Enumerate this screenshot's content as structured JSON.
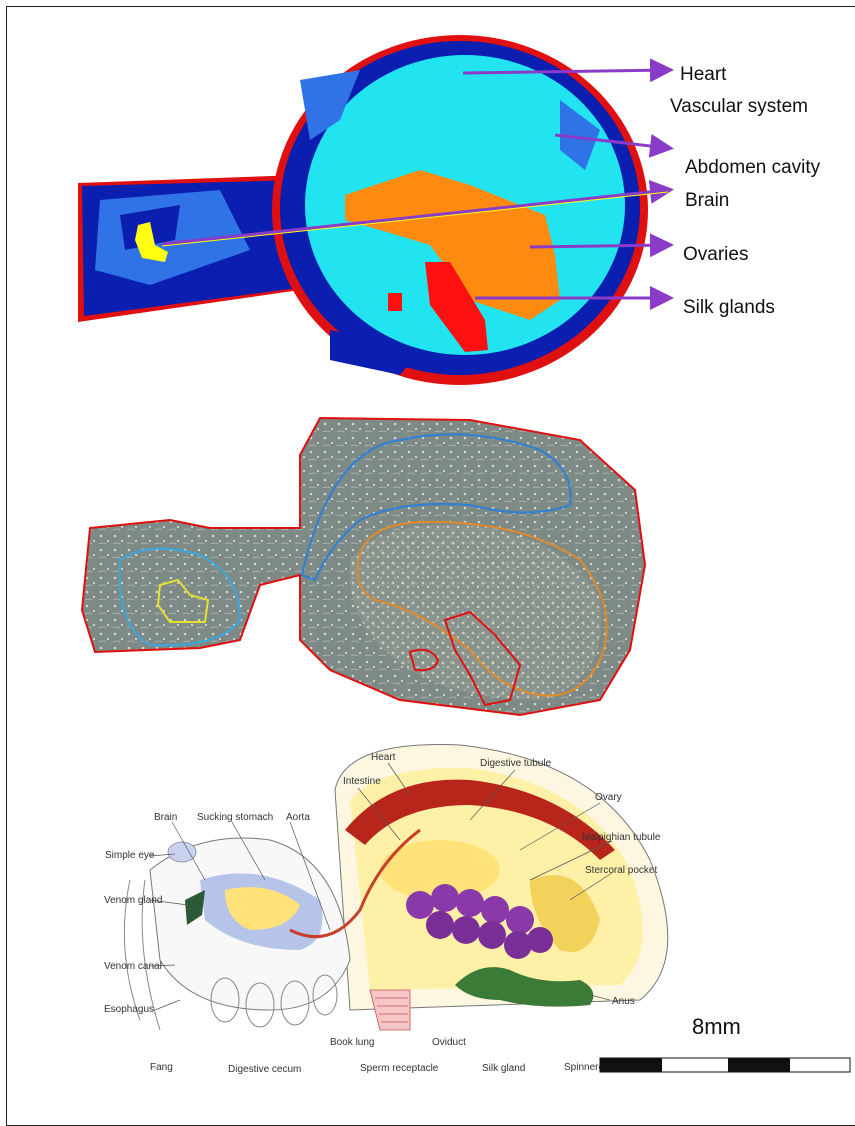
{
  "segmentation_panel": {
    "labels": {
      "heart": "Heart",
      "vascular_system": "Vascular system",
      "abdomen_cavity": "Abdomen cavity",
      "brain": "Brain",
      "ovaries": "Ovaries",
      "silk_glands": "Silk glands"
    },
    "colors": {
      "outline": "#e01010",
      "dark_blue": "#0a1fb0",
      "mid_blue": "#2f73e6",
      "cyan": "#22e4f0",
      "orange": "#ff8a10",
      "red": "#ff1010",
      "yellow": "#ffff10",
      "arrow": "#8a3cc8"
    }
  },
  "anatomy_panel": {
    "labels": {
      "heart": "Heart",
      "digestive_tubule": "Digestive tubule",
      "intestine": "Intestine",
      "ovary": "Ovary",
      "brain": "Brain",
      "sucking_stomach": "Sucking stomach",
      "aorta": "Aorta",
      "malpighian_tubule": "Malpighian tubule",
      "simple_eye": "Simple eye",
      "stercoral_pocket": "Stercoral pocket",
      "venom_gland": "Venom gland",
      "venom_canal": "Venom canal",
      "esophagus": "Esophagus",
      "anus": "Anus",
      "fang": "Fang",
      "digestive_cecum": "Digestive cecum",
      "book_lung": "Book lung",
      "sperm_receptacle": "Sperm receptacle",
      "oviduct": "Oviduct",
      "silk_gland": "Silk gland",
      "spinnerets": "Spinnerets"
    }
  },
  "scale_bar": {
    "label": "8mm"
  }
}
